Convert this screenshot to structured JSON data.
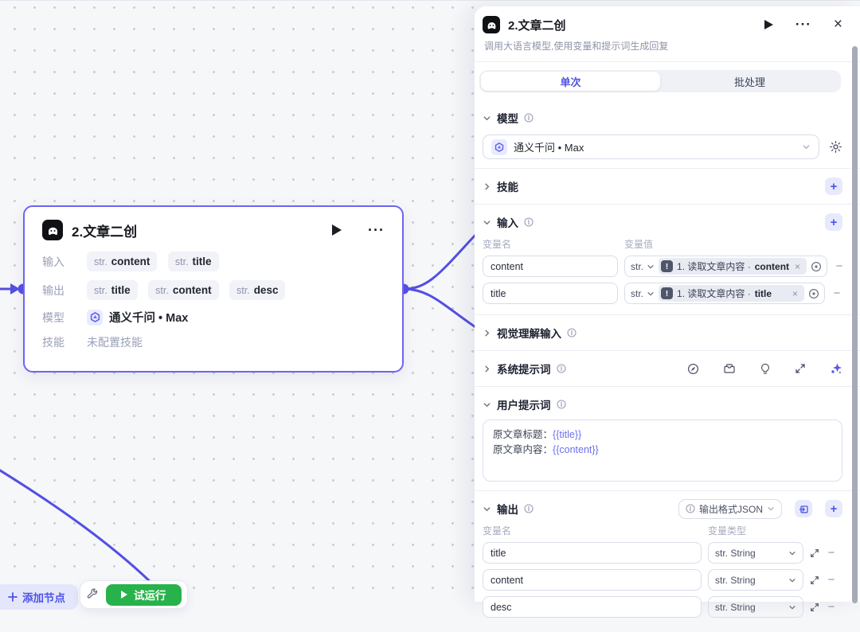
{
  "colors": {
    "accent": "#4d53e8",
    "edge": "#544fe2",
    "run_green": "#28b24b",
    "node_border": "#6d64f5"
  },
  "icons": {
    "play": "▶",
    "more": "···",
    "close": "×",
    "plus": "+",
    "minus": "−",
    "remove": "×",
    "bot-badge": "!"
  },
  "canvas": {
    "node": {
      "title": "2.文章二创",
      "more_label": "···",
      "rows": {
        "input_label": "输入",
        "output_label": "输出",
        "model_label": "模型",
        "skill_label": "技能"
      },
      "input_tags": [
        {
          "type": "str.",
          "name": "content"
        },
        {
          "type": "str.",
          "name": "title"
        }
      ],
      "output_tags": [
        {
          "type": "str.",
          "name": "title"
        },
        {
          "type": "str.",
          "name": "content"
        },
        {
          "type": "str.",
          "name": "desc"
        }
      ],
      "model_value": "通义千问 • Max",
      "skill_value": "未配置技能"
    },
    "toolbar": {
      "add_node_label": "添加节点",
      "run_label": "试运行"
    }
  },
  "panel": {
    "title": "2.文章二创",
    "description": "调用大语言模型,使用变量和提示词生成回复",
    "more_label": "···",
    "close_label": "×",
    "tabs": {
      "single": "单次",
      "batch": "批处理"
    },
    "model": {
      "title": "模型",
      "value": "通义千问 • Max"
    },
    "skills": {
      "title": "技能"
    },
    "input": {
      "title": "输入",
      "col_name": "变量名",
      "col_value": "变量值",
      "rows": [
        {
          "name": "content",
          "type": "str.",
          "ref": "1. 读取文章内容 ·",
          "var": "content"
        },
        {
          "name": "title",
          "type": "str.",
          "ref": "1. 读取文章内容 ·",
          "var": "title"
        }
      ]
    },
    "vision": {
      "title": "视觉理解输入"
    },
    "system_prompt": {
      "title": "系统提示词"
    },
    "user_prompt": {
      "title": "用户提示词",
      "lines": [
        {
          "label": "原文章标题：",
          "variable": "{{title}}"
        },
        {
          "label": "原文章内容：",
          "variable": "{{content}}"
        }
      ]
    },
    "output": {
      "title": "输出",
      "format_label": "输出格式JSON",
      "col_name": "变量名",
      "col_type": "变量类型",
      "rows": [
        {
          "name": "title",
          "type": "str. String"
        },
        {
          "name": "content",
          "type": "str. String"
        },
        {
          "name": "desc",
          "type": "str. String"
        }
      ]
    }
  }
}
